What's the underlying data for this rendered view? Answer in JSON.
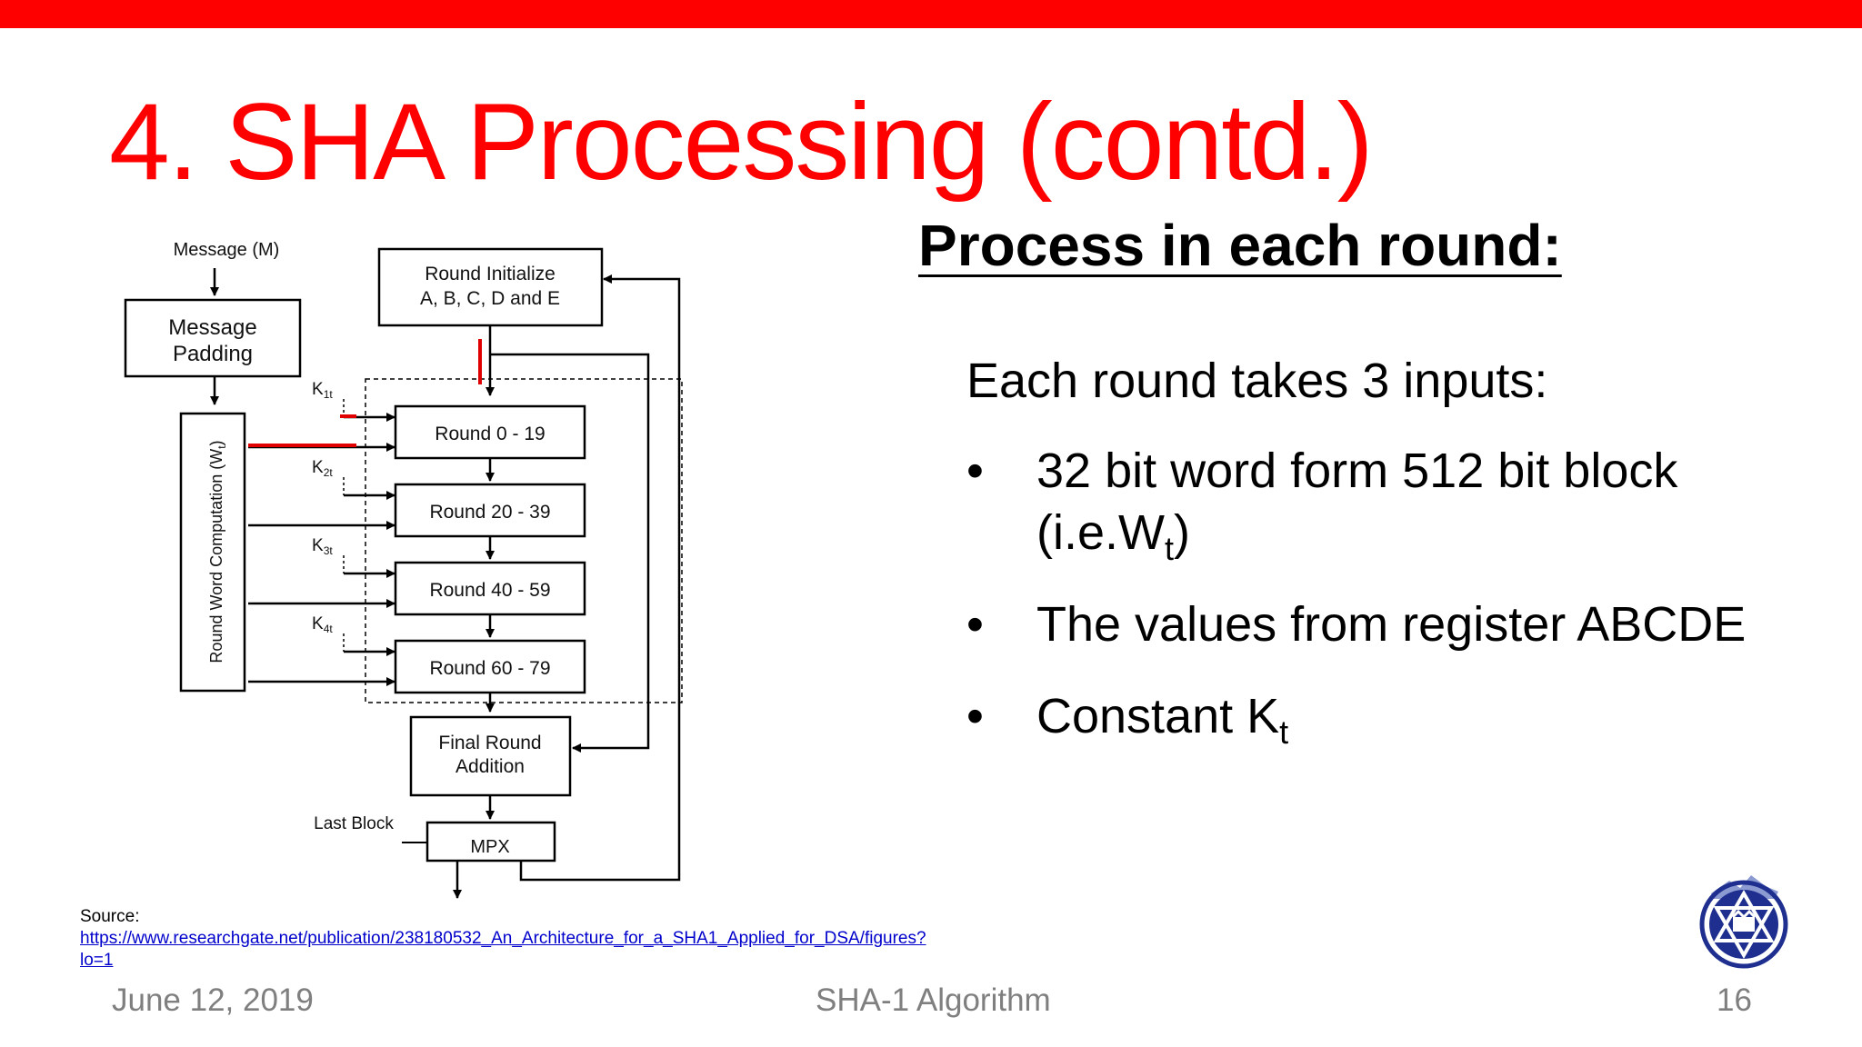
{
  "slide": {
    "title": "4. SHA Processing (contd.)",
    "heading": "Process in each round:",
    "intro": "Each round takes 3 inputs:",
    "bullets": [
      {
        "text": "32 bit word form 512 bit block (i.e.W",
        "sub": "t",
        "suffix": ")"
      },
      {
        "text": "The values from register ABCDE",
        "sub": "",
        "suffix": ""
      },
      {
        "text": "Constant K",
        "sub": "t",
        "suffix": ""
      }
    ],
    "bullet_symbol": "•"
  },
  "diagram": {
    "message_label": "Message (M)",
    "padding_line1": "Message",
    "padding_line2": "Padding",
    "round_word": "Round Word Computation (W",
    "round_word_sub": "t",
    "round_word_end": ")",
    "init_line1": "Round Initialize",
    "init_line2": "A, B, C, D and E",
    "rounds": [
      "Round 0 - 19",
      "Round 20 - 39",
      "Round 40 - 59",
      "Round 60 - 79"
    ],
    "k_labels": [
      "K",
      "K",
      "K",
      "K"
    ],
    "k_subs": [
      "1t",
      "2t",
      "3t",
      "4t"
    ],
    "final_line1": "Final Round",
    "final_line2": "Addition",
    "last_block": "Last Block",
    "mpx": "MPX"
  },
  "source": {
    "label": "Source:",
    "link": "https://www.researchgate.net/publication/238180532_An_Architecture_for_a_SHA1_Applied_for_DSA/figures?lo=1"
  },
  "footer": {
    "date": "June 12, 2019",
    "center": "SHA-1 Algorithm",
    "page": "16"
  },
  "colors": {
    "accent": "#ff0000",
    "footer_text": "#7f7f7f",
    "link": "#0000cc",
    "logo": "#1f2f8f"
  },
  "logo": {
    "icon": "college-emblem-icon"
  }
}
